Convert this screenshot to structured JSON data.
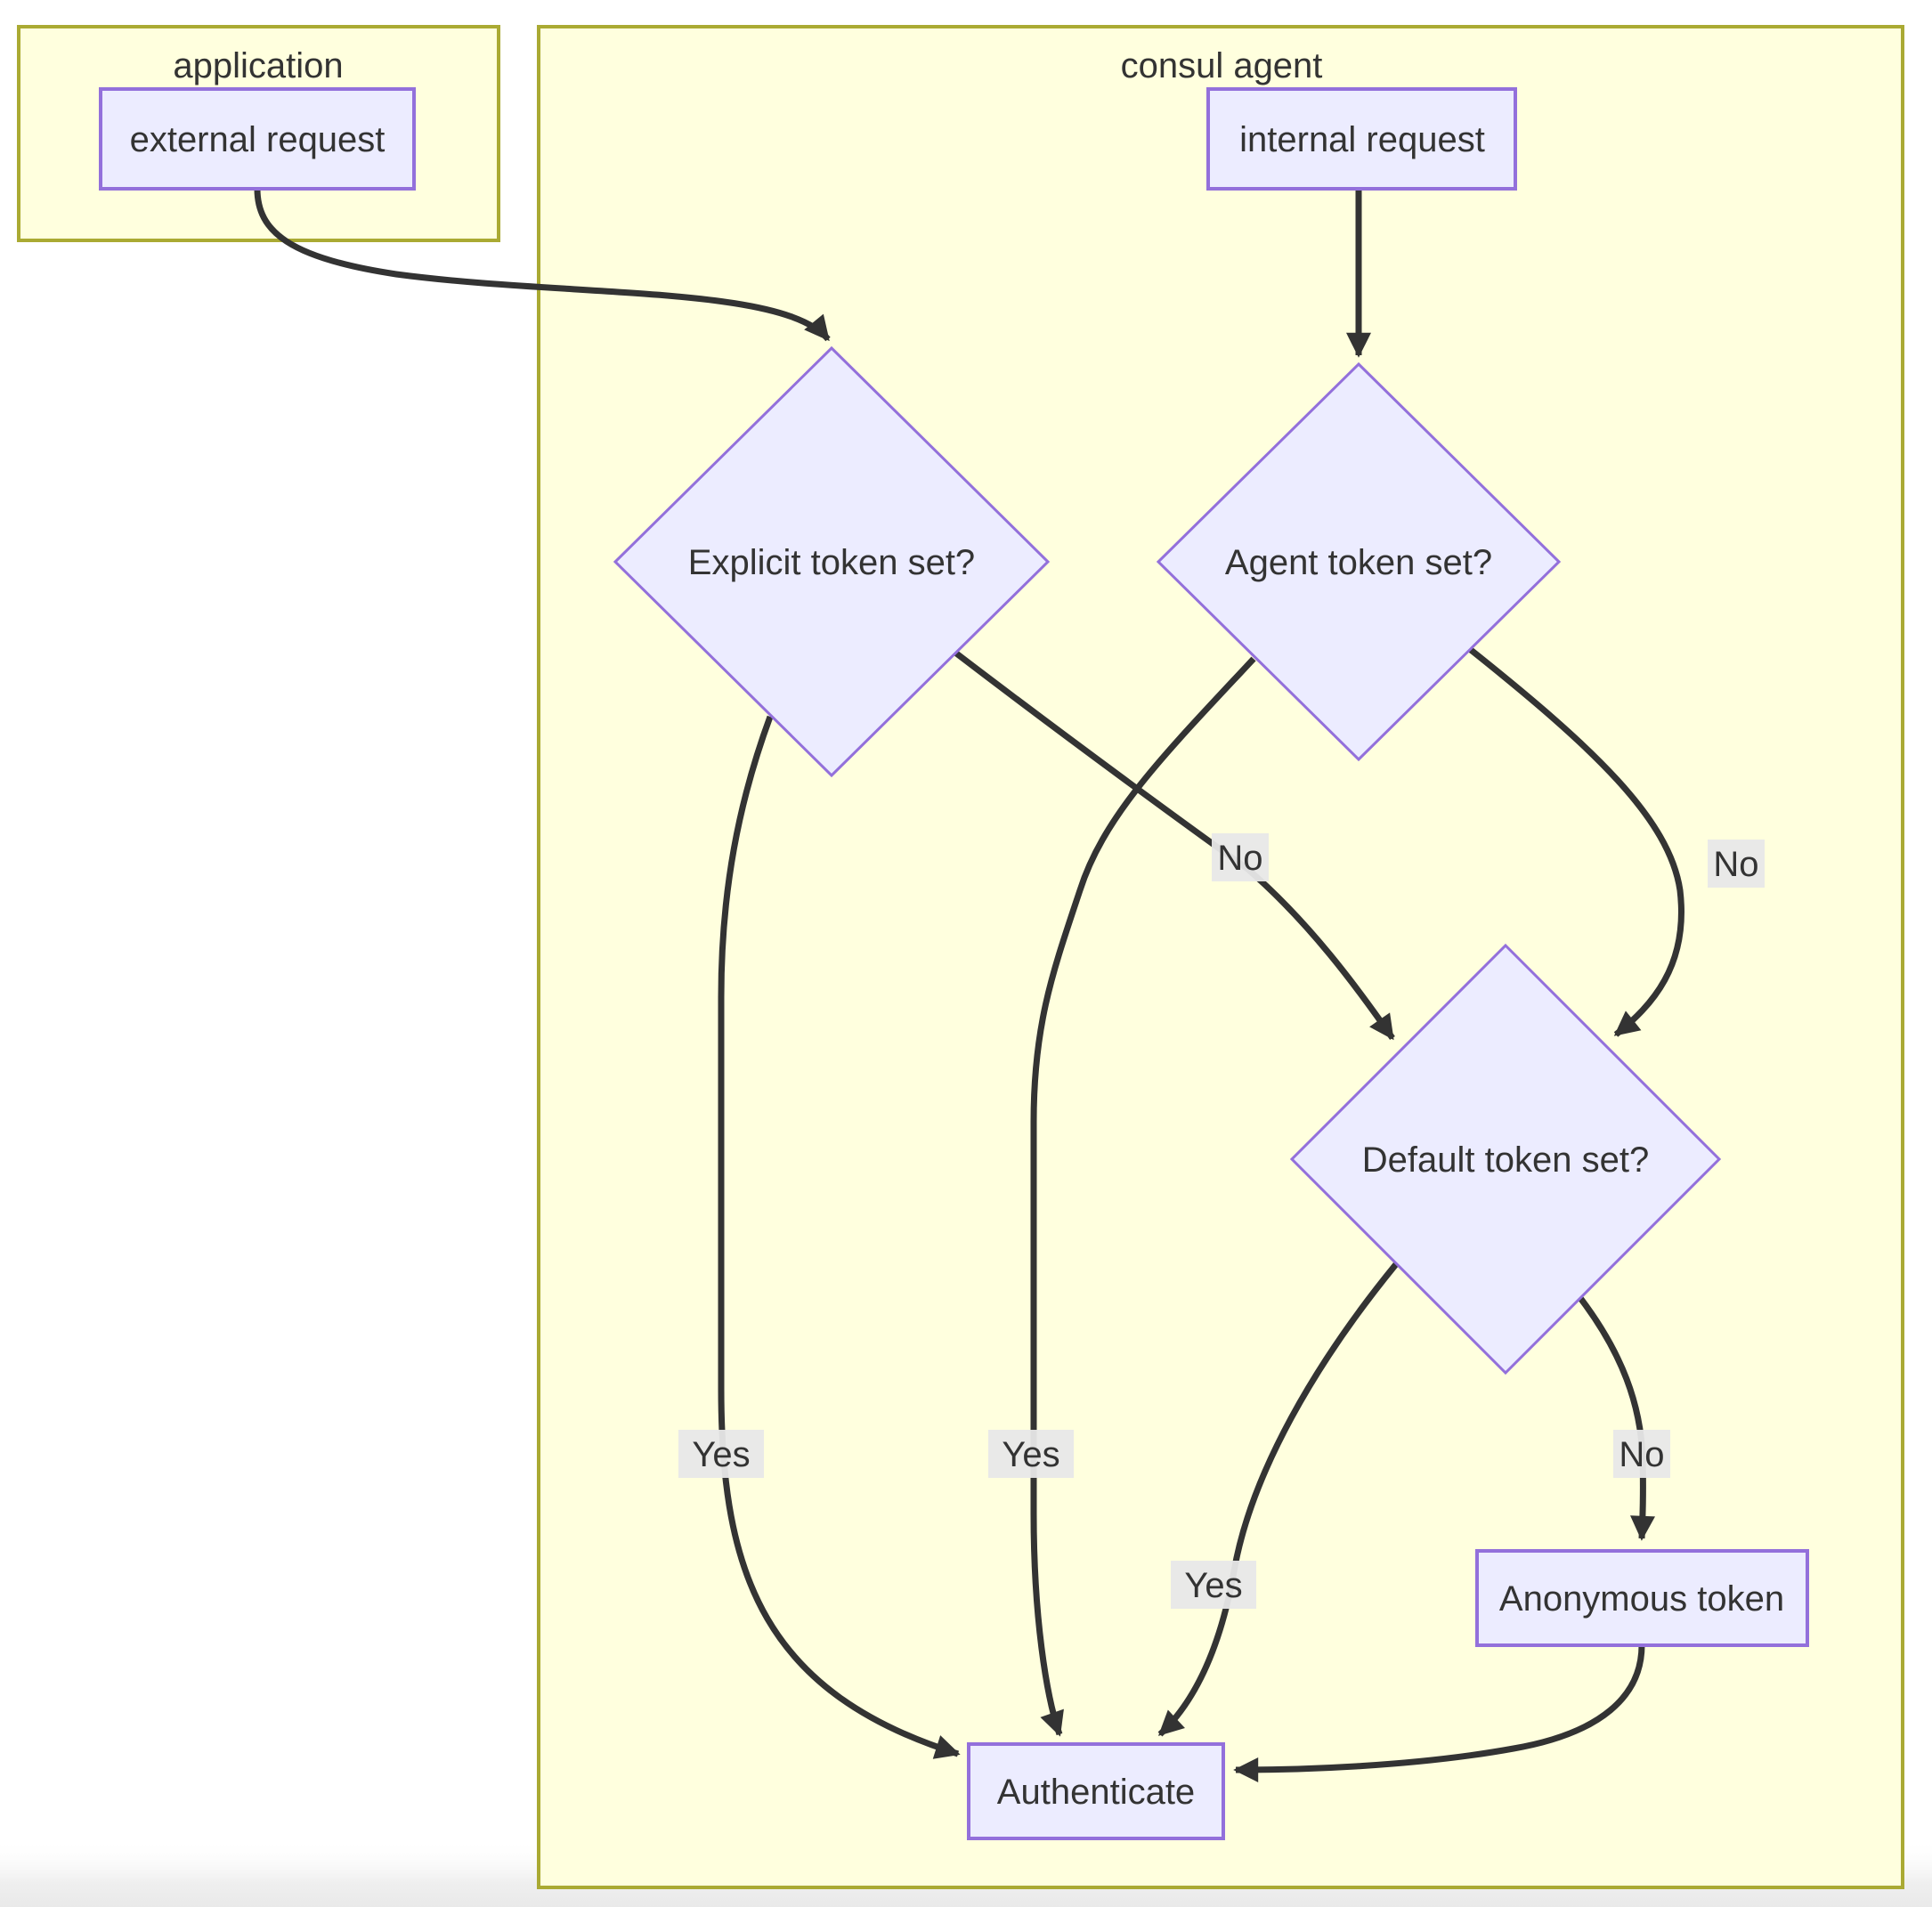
{
  "diagram": {
    "type": "flowchart",
    "clusters": {
      "application": {
        "label": "application"
      },
      "consul_agent": {
        "label": "consul agent"
      }
    },
    "nodes": {
      "external_request": {
        "label": "external request",
        "shape": "rect"
      },
      "internal_request": {
        "label": "internal request",
        "shape": "rect"
      },
      "explicit_token": {
        "label": "Explicit token set?",
        "shape": "diamond"
      },
      "agent_token": {
        "label": "Agent token set?",
        "shape": "diamond"
      },
      "default_token": {
        "label": "Default token set?",
        "shape": "diamond"
      },
      "anonymous_token": {
        "label": "Anonymous token",
        "shape": "rect"
      },
      "authenticate": {
        "label": "Authenticate",
        "shape": "rect"
      }
    },
    "edges": [
      {
        "from": "external_request",
        "to": "explicit_token",
        "label": ""
      },
      {
        "from": "internal_request",
        "to": "agent_token",
        "label": ""
      },
      {
        "from": "explicit_token",
        "to": "default_token",
        "label": "No"
      },
      {
        "from": "agent_token",
        "to": "default_token",
        "label": "No"
      },
      {
        "from": "explicit_token",
        "to": "authenticate",
        "label": "Yes"
      },
      {
        "from": "agent_token",
        "to": "authenticate",
        "label": "Yes"
      },
      {
        "from": "default_token",
        "to": "authenticate",
        "label": "Yes"
      },
      {
        "from": "default_token",
        "to": "anonymous_token",
        "label": "No"
      },
      {
        "from": "anonymous_token",
        "to": "authenticate",
        "label": ""
      }
    ],
    "edge_labels": {
      "explicit_no": "No",
      "agent_no": "No",
      "explicit_yes": "Yes",
      "agent_yes": "Yes",
      "default_yes": "Yes",
      "default_no": "No"
    },
    "colors": {
      "cluster_fill": "#ffffde",
      "cluster_border": "#aaaa33",
      "node_fill": "#ececff",
      "node_border": "#9370db",
      "edge": "#333333",
      "label_bg": "#e8e8e8",
      "text": "#333333",
      "page_band": "#ececec"
    }
  }
}
